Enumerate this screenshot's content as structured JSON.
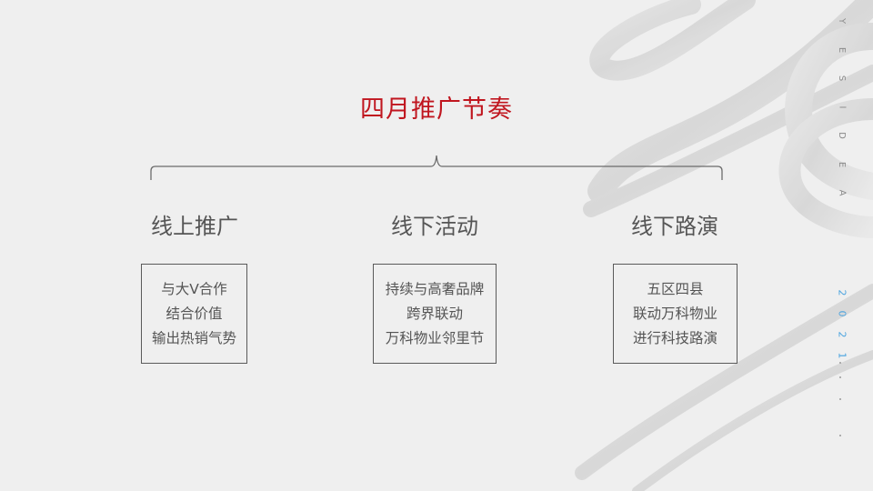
{
  "slide": {
    "title": "四月推广节奏",
    "accent_color": "#c0161f",
    "columns": [
      {
        "heading": "线上推广",
        "lines": [
          "与大V合作",
          "结合价值",
          "输出热销气势"
        ]
      },
      {
        "heading": "线下活动",
        "lines": [
          "持续与高奢品牌",
          "跨界联动",
          "万科物业邻里节"
        ]
      },
      {
        "heading": "线下路演",
        "lines": [
          "五区四县",
          "联动万科物业",
          "进行科技路演"
        ]
      }
    ],
    "side_text": {
      "letters": [
        "Y",
        "E",
        "S",
        "I",
        "D",
        "E",
        "A"
      ],
      "year": [
        "2",
        "0",
        "2",
        "1"
      ],
      "year_color": "#4aa3df"
    }
  }
}
